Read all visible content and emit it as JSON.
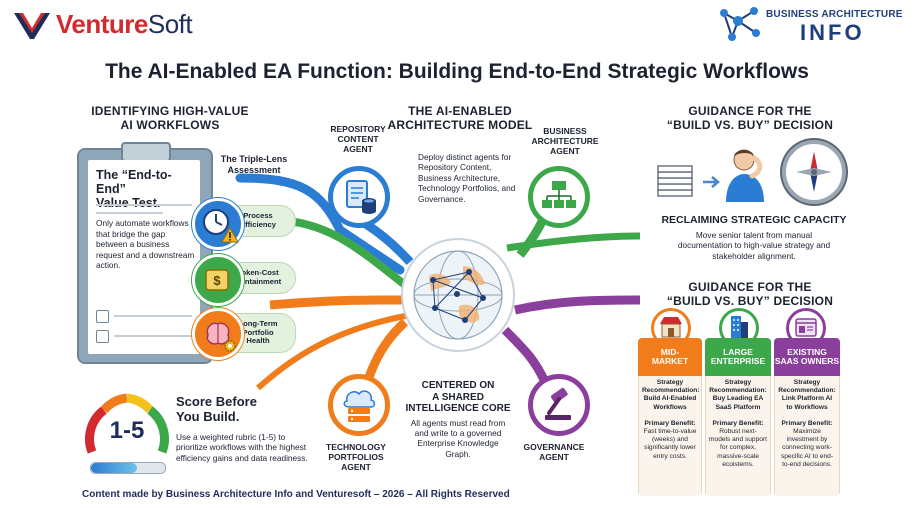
{
  "header": {
    "brand_left_a": "Venture",
    "brand_left_b": "Soft",
    "brand_right_line1": "BUSINESS ARCHITECTURE",
    "brand_right_line2": "INFO",
    "title": "The AI-Enabled EA Function: Building End-to-End Strategic Workflows"
  },
  "left": {
    "heading_line1": "IDENTIFYING HIGH-VALUE",
    "heading_line2": "AI WORKFLOWS",
    "clipboard_title_line1": "The “End-to-End”",
    "clipboard_title_line2": "Value Test.",
    "clipboard_text": "Only automate workflows that bridge the gap between a business request and a downstream action.",
    "triple_lens_line1": "The Triple-Lens",
    "triple_lens_line2": "Assessment",
    "lenses": [
      {
        "label_line1": "Process",
        "label_line2": "Efficiency",
        "label_line3": ""
      },
      {
        "label_line1": "Token-Cost",
        "label_line2": "Containment",
        "label_line3": ""
      },
      {
        "label_line1": "Long-Term",
        "label_line2": "Portfolio",
        "label_line3": "Health"
      }
    ],
    "gauge_value": "1-5",
    "score_title_line1": "Score Before",
    "score_title_line2": "You Build.",
    "score_text": "Use a weighted rubric (1-5) to prioritize workflows with the highest efficiency gains and data readiness."
  },
  "center": {
    "heading_line1": "THE AI-ENABLED",
    "heading_line2": "ARCHITECTURE MODEL",
    "deploy_text": "Deploy distinct agents for Repository Content, Business Architecture, Technology Portfolios, and Governance.",
    "agents": {
      "repository_line1": "REPOSITORY",
      "repository_line2": "CONTENT",
      "repository_line3": "AGENT",
      "business_line1": "BUSINESS",
      "business_line2": "ARCHITECTURE",
      "business_line3": "AGENT",
      "technology_line1": "TECHNOLOGY",
      "technology_line2": "PORTFOLIOS",
      "technology_line3": "AGENT",
      "governance_line1": "GOVERNANCE",
      "governance_line2": "AGENT"
    },
    "core_heading_line1": "CENTERED ON",
    "core_heading_line2": "A SHARED",
    "core_heading_line3": "INTELLIGENCE CORE",
    "core_text": "All agents must read from and write to a governed Enterprise Knowledge Graph."
  },
  "right": {
    "guidance_heading_line1": "GUIDANCE FOR THE",
    "guidance_heading_line2": "“BUILD VS. BUY” DECISION",
    "reclaim_heading": "RECLAIMING STRATEGIC CAPACITY",
    "reclaim_text": "Move senior talent from manual documentation to high-value strategy and stakeholder alignment.",
    "guidance2_heading_line1": "GUIDANCE FOR THE",
    "guidance2_heading_line2": "“BUILD VS. BUY” DECISION",
    "columns": [
      {
        "head_line1": "MID-",
        "head_line2": "MARKET",
        "rec_label": "Strategy Recommendation:",
        "rec_text": "Build AI-Enabled Workflows",
        "benefit_label": "Primary Benefit:",
        "benefit_text": "Fast time-to-value (weeks) and significantly lower entry costs."
      },
      {
        "head_line1": "LARGE",
        "head_line2": "ENTERPRISE",
        "rec_label": "Strategy Recommendation:",
        "rec_text": "Buy Leading EA SaaS Platform",
        "benefit_label": "Primary Benefit:",
        "benefit_text": "Robust next-models and support for complex, massive-scale ecoistems."
      },
      {
        "head_line1": "EXISTING",
        "head_line2": "SAAS OWNERS",
        "rec_label": "Strategy Recommendation:",
        "rec_text": "Link Platform AI to Workflows",
        "benefit_label": "Primary Benefit:",
        "benefit_text": "Maximize investment by connecting work-specific AI to end-to-end decisions."
      }
    ]
  },
  "footer": {
    "text": "Content made by Business Architecture Info and Venturesoft  – 2026 – All Rights Reserved"
  },
  "colors": {
    "blue": "#2b7cd3",
    "green": "#3da84a",
    "orange": "#f07c1b",
    "purple": "#8a3f9c",
    "navy": "#1f3f7a",
    "venture_red": "#d32a2f",
    "venture_navy": "#1f2d5a"
  },
  "icons": [
    "venturesoft-logo",
    "network-logo-icon",
    "clipboard-icon",
    "clock-icon",
    "warning-icon",
    "coin-icon",
    "brain-icon",
    "gear-icon",
    "document-icon",
    "database-icon",
    "org-chart-icon",
    "cloud-icon",
    "server-icon",
    "gavel-icon",
    "globe-icon",
    "paper-stack-icon",
    "thinking-person-icon",
    "compass-icon",
    "shop-icon",
    "building-icon",
    "saas-window-icon"
  ]
}
